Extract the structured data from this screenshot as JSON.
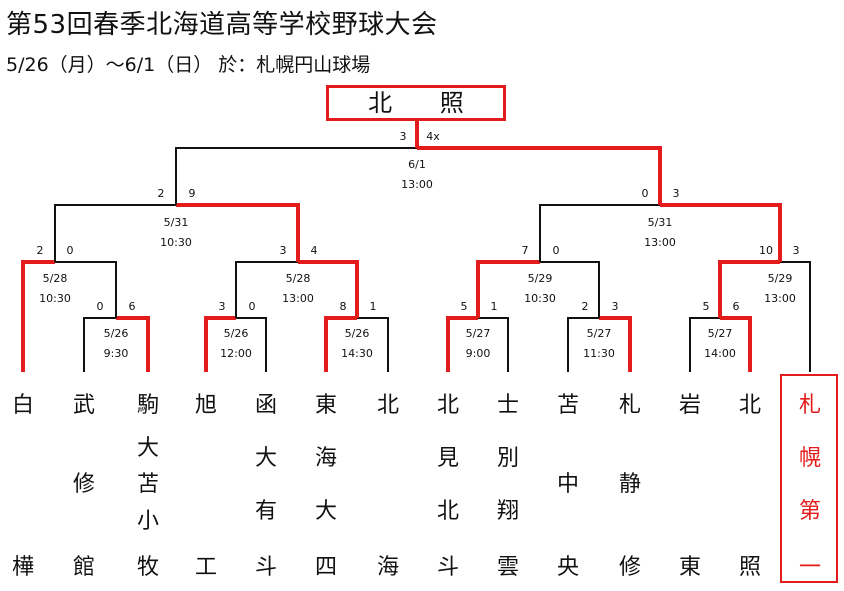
{
  "header": {
    "title": "第53回春季北海道高等学校野球大会",
    "subtitle": "5/26（月）～6/1（日） 於：札幌円山球場"
  },
  "champion": {
    "name": "北 照"
  },
  "teams": [
    {
      "chars": [
        "白",
        "",
        "",
        "",
        "樺"
      ]
    },
    {
      "chars": [
        "武",
        "",
        "修",
        "",
        "館"
      ]
    },
    {
      "chars": [
        "駒",
        "大",
        "苫",
        "小",
        "牧"
      ]
    },
    {
      "chars": [
        "旭",
        "",
        "",
        "",
        "工"
      ]
    },
    {
      "chars": [
        "函",
        "大",
        "",
        "有",
        "斗"
      ]
    },
    {
      "chars": [
        "東",
        "海",
        "",
        "大",
        "四"
      ]
    },
    {
      "chars": [
        "北",
        "",
        "",
        "",
        "海"
      ]
    },
    {
      "chars": [
        "北",
        "見",
        "",
        "北",
        "斗"
      ]
    },
    {
      "chars": [
        "士",
        "別",
        "",
        "翔",
        "雲"
      ]
    },
    {
      "chars": [
        "苫",
        "",
        "中",
        "",
        "央"
      ]
    },
    {
      "chars": [
        "札",
        "",
        "静",
        "",
        "修"
      ]
    },
    {
      "chars": [
        "岩",
        "",
        "",
        "",
        "東"
      ]
    },
    {
      "chars": [
        "北",
        "",
        "",
        "",
        "照"
      ]
    },
    {
      "chars": [
        "札",
        "",
        "幌",
        "",
        "第",
        "",
        "一"
      ]
    }
  ],
  "games": [
    {
      "id": "r1a",
      "date": "5/26",
      "time": "9:30",
      "scoreL": "0",
      "scoreR": "6"
    },
    {
      "id": "r1b",
      "date": "5/26",
      "time": "12:00",
      "scoreL": "3",
      "scoreR": "0"
    },
    {
      "id": "r1c",
      "date": "5/26",
      "time": "14:30",
      "scoreL": "8",
      "scoreR": "1"
    },
    {
      "id": "r1d",
      "date": "5/27",
      "time": "9:00",
      "scoreL": "5",
      "scoreR": "1"
    },
    {
      "id": "r1e",
      "date": "5/27",
      "time": "11:30",
      "scoreL": "2",
      "scoreR": "3"
    },
    {
      "id": "r1f",
      "date": "5/27",
      "time": "14:00",
      "scoreL": "5",
      "scoreR": "6"
    },
    {
      "id": "r2a",
      "date": "5/28",
      "time": "10:30",
      "scoreL": "2",
      "scoreR": "0"
    },
    {
      "id": "r2b",
      "date": "5/28",
      "time": "13:00",
      "scoreL": "3",
      "scoreR": "4"
    },
    {
      "id": "r2c",
      "date": "5/29",
      "time": "10:30",
      "scoreL": "7",
      "scoreR": "0"
    },
    {
      "id": "r2d",
      "date": "5/29",
      "time": "13:00",
      "scoreL": "10",
      "scoreR": "3"
    },
    {
      "id": "sfa",
      "date": "5/31",
      "time": "10:30",
      "scoreL": "2",
      "scoreR": "9"
    },
    {
      "id": "sfb",
      "date": "5/31",
      "time": "13:00",
      "scoreL": "0",
      "scoreR": "3"
    },
    {
      "id": "final",
      "date": "6/1",
      "time": "13:00",
      "scoreL": "3",
      "scoreR": "4x"
    }
  ],
  "colors": {
    "winner_line": "#e31b1b",
    "loser_line": "#111111",
    "text": "#111111"
  }
}
